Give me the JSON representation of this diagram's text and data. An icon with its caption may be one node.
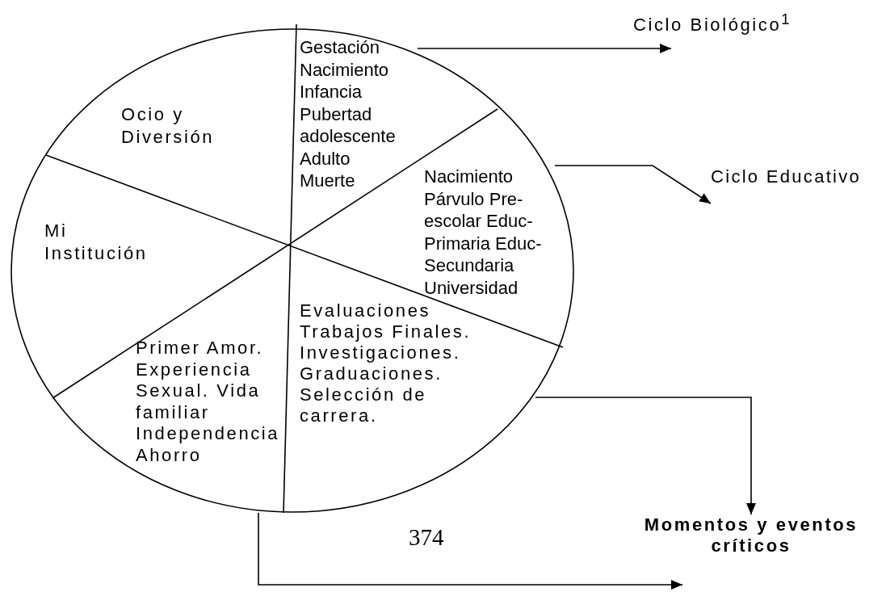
{
  "diagram": {
    "nodes": [
      {
        "text": [],
        "shape": "circle"
      },
      {
        "text": [
          "Ocio y Diversión"
        ],
        "in": 0
      },
      {
        "text": [
          "Gestación Nacimiento Infancia Pubertad adolescente Adulto Muerte"
        ],
        "in": 0
      },
      {
        "text": [
          "Nacimiento Párvulo Pre-escolar Educ-Primaria Educ-Secundaria Universidad"
        ],
        "in": 0
      },
      {
        "text": [
          "Mi Institución"
        ],
        "in": 0
      },
      {
        "text": [
          "Evaluaciones Trabajos Finales. Investigaciones. Graduaciones. Selección de carrera."
        ],
        "in": 0
      },
      {
        "text": [
          "Primer Amor. Experiencia Sexual. Vida familiar Independencia Ahorro"
        ],
        "in": 0
      },
      {
        "text": [
          "Ciclo Biológico$^{1}$"
        ]
      },
      {
        "text": [
          "Ciclo Educativo"
        ]
      },
      {
        "text": [
          "Momentos y eventos críticos"
        ]
      }
    ],
    "edges": [
      {
        "from": 2,
        "to": 7,
        "arrow": "to"
      },
      {
        "from": 3,
        "to": 8,
        "arrow": "to"
      },
      {
        "from": 5,
        "to": 9,
        "arrow": "to"
      },
      {
        "from": 6,
        "to": null,
        "arrow": "to"
      }
    ],
    "labels": [
      "374"
    ]
  }
}
